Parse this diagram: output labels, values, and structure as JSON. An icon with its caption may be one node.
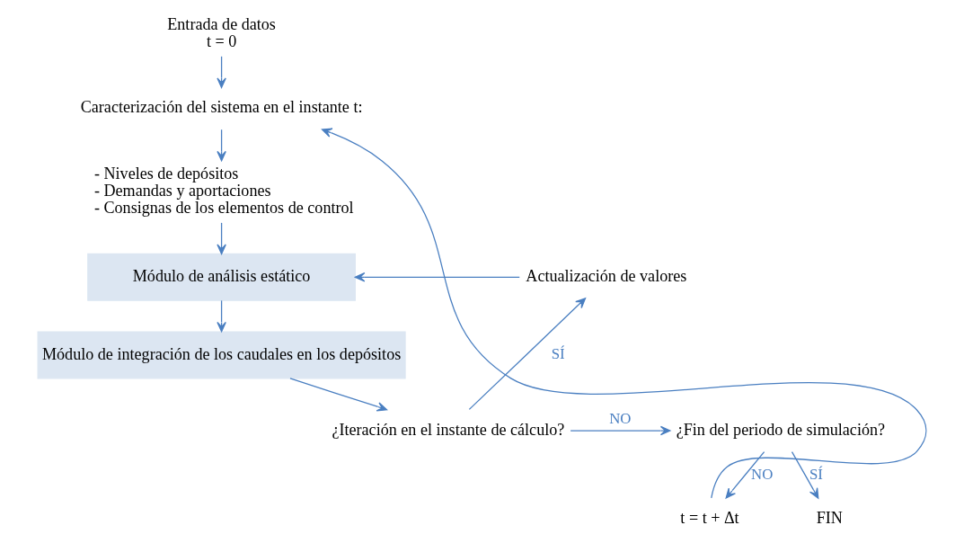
{
  "diagram": {
    "nodes": [
      {
        "text": [
          "Entrada de datos",
          "t = 0"
        ]
      },
      {
        "text": [
          "Caracterización del sistema en el instante t:"
        ]
      },
      {
        "text": [
          "- Niveles de depósitos",
          "- Demandas y aportaciones",
          "- Consignas de los elementos de control"
        ]
      },
      {
        "text": [
          "Módulo de análisis estático"
        ]
      },
      {
        "text": [
          "Módulo de integración de los caudales en los depósitos"
        ]
      },
      {
        "text": [
          "¿Iteración en el instante de cálculo?"
        ]
      },
      {
        "text": [
          "Actualización de valores"
        ]
      },
      {
        "text": [
          "¿Fin del periodo de simulación?"
        ]
      },
      {
        "text": [
          "t = t + Δt"
        ]
      },
      {
        "text": [
          "FIN"
        ]
      }
    ],
    "edges": [
      {
        "from": 0,
        "to": 1,
        "arrow": "to"
      },
      {
        "from": 1,
        "to": 2,
        "arrow": "to"
      },
      {
        "from": 2,
        "to": 3,
        "arrow": "to"
      },
      {
        "from": 6,
        "to": 3,
        "arrow": "to"
      },
      {
        "from": 3,
        "to": 4,
        "arrow": "to"
      },
      {
        "from": 4,
        "to": 5,
        "arrow": "to"
      },
      {
        "from": 5,
        "to": 6,
        "arrow": "to",
        "label": "SÍ"
      },
      {
        "from": 5,
        "to": 7,
        "arrow": "to",
        "label": "NO"
      },
      {
        "from": 7,
        "to": 8,
        "arrow": "to",
        "label": "NO"
      },
      {
        "from": 8,
        "to": 1,
        "arrow": "to"
      },
      {
        "from": 7,
        "to": 9,
        "arrow": "to",
        "label": "SÍ"
      }
    ]
  }
}
